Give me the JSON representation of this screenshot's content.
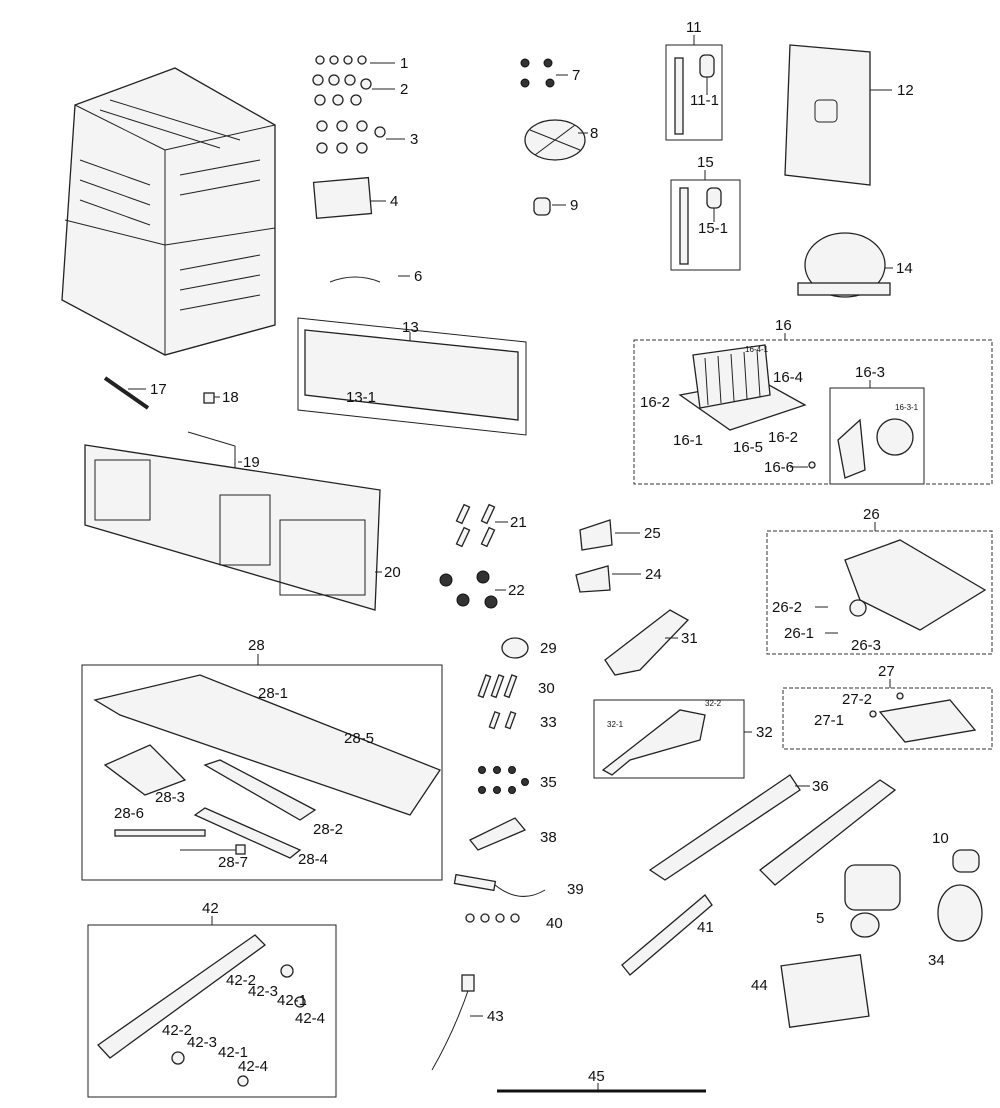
{
  "diagram": {
    "callouts": {
      "c1": "1",
      "c2": "2",
      "c3": "3",
      "c4": "4",
      "c5": "5",
      "c6": "6",
      "c7": "7",
      "c8": "8",
      "c9": "9",
      "c10": "10",
      "c11": "11",
      "c11_1": "11-1",
      "c12": "12",
      "c13": "13",
      "c13_1": "13-1",
      "c14": "14",
      "c15": "15",
      "c15_1": "15-1",
      "c16": "16",
      "c16_1": "16-1",
      "c16_2a": "16-2",
      "c16_2b": "16-2",
      "c16_3": "16-3",
      "c16_3_1": "16-3-1",
      "c16_4": "16-4",
      "c16_4_1": "16-4-1",
      "c16_5": "16-5",
      "c16_6": "16-6",
      "c17": "17",
      "c18": "18",
      "c19": "19",
      "c20": "20",
      "c21": "21",
      "c22": "22",
      "c24": "24",
      "c25": "25",
      "c26": "26",
      "c26_1": "26-1",
      "c26_2": "26-2",
      "c26_3": "26-3",
      "c27": "27",
      "c27_1": "27-1",
      "c27_2": "27-2",
      "c28": "28",
      "c28_1": "28-1",
      "c28_2": "28-2",
      "c28_3": "28-3",
      "c28_4": "28-4",
      "c28_5": "28-5",
      "c28_6": "28-6",
      "c28_7": "28-7",
      "c29": "29",
      "c30": "30",
      "c31": "31",
      "c32": "32",
      "c32_1": "32-1",
      "c32_2": "32-2",
      "c33": "33",
      "c34": "34",
      "c35": "35",
      "c36": "36",
      "c38": "38",
      "c39": "39",
      "c40": "40",
      "c41": "41",
      "c42": "42",
      "c42_1a": "42-1",
      "c42_2a": "42-2",
      "c42_3a": "42-3",
      "c42_4a": "42-4",
      "c42_1b": "42-1",
      "c42_2b": "42-2",
      "c42_3b": "42-3",
      "c42_4b": "42-4",
      "c43": "43",
      "c44": "44",
      "c45": "45"
    }
  }
}
